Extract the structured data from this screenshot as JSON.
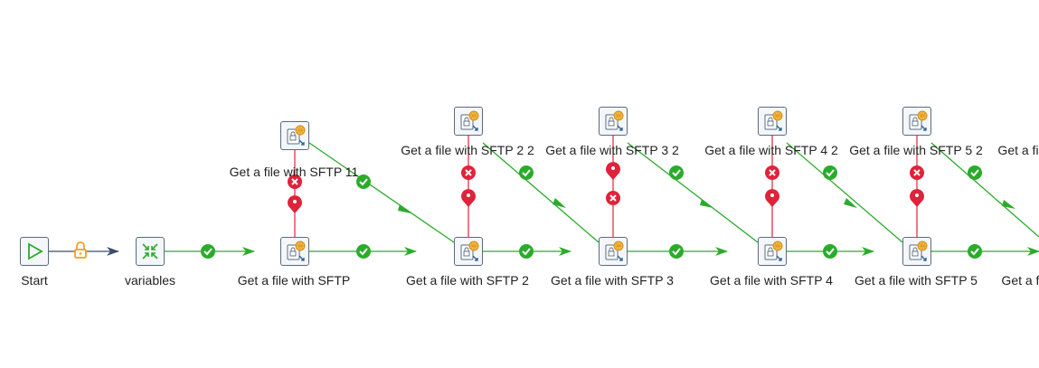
{
  "nodes": {
    "start": {
      "label": "Start",
      "icon": "start-triangle-icon"
    },
    "variables": {
      "label": "variables",
      "icon": "set-variables-icon"
    },
    "sftp1": {
      "label": "Get a file with SFTP",
      "icon": "sftp-get-icon"
    },
    "sftp2": {
      "label": "Get a file with SFTP 2",
      "icon": "sftp-get-icon"
    },
    "sftp3": {
      "label": "Get a file with SFTP 3",
      "icon": "sftp-get-icon"
    },
    "sftp4": {
      "label": "Get a file with SFTP 4",
      "icon": "sftp-get-icon"
    },
    "sftp5": {
      "label": "Get a file with SFTP 5",
      "icon": "sftp-get-icon"
    },
    "sftp6": {
      "label": "Get a fi",
      "icon": "sftp-get-icon"
    },
    "sftp11": {
      "label": "Get a file with SFTP 11",
      "icon": "sftp-get-icon"
    },
    "sftp22": {
      "label": "Get a file with SFTP 2 2",
      "icon": "sftp-get-icon"
    },
    "sftp32": {
      "label": "Get a file with SFTP 3 2",
      "icon": "sftp-get-icon"
    },
    "sftp42": {
      "label": "Get a file with SFTP 4 2",
      "icon": "sftp-get-icon"
    },
    "sftp52": {
      "label": "Get a file with SFTP 5 2",
      "icon": "sftp-get-icon"
    },
    "sftp62": {
      "label": "Get a fi",
      "icon": "sftp-get-icon"
    }
  },
  "colors": {
    "success": "#2bab2b",
    "failure": "#e0223a",
    "unconditional": "#3a4d66",
    "lock": "#f0a020"
  }
}
